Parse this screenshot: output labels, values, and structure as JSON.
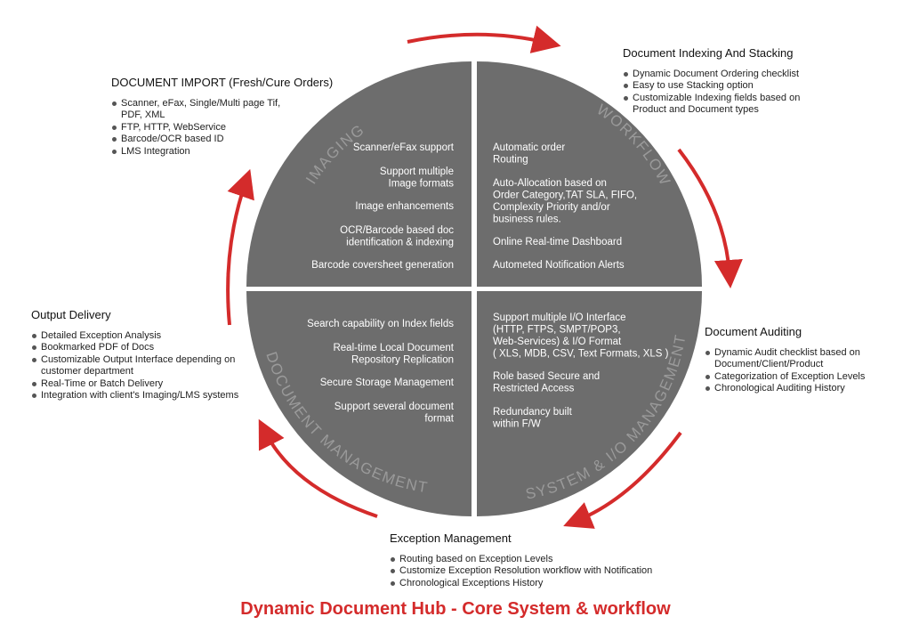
{
  "footer_title": "Dynamic Document Hub - Core System & workflow",
  "colors": {
    "quadrant": "#6d6d6d",
    "arrow": "#d42b2b",
    "quadrant_title": "#9a9a9a",
    "text": "#ffffff"
  },
  "quadrants": {
    "imaging": {
      "title": "IMAGING",
      "items": [
        "Scanner/eFax support",
        "Support multiple\nImage formats",
        "Image enhancements",
        "OCR/Barcode based doc\nidentification & indexing",
        "Barcode coversheet generation"
      ]
    },
    "workflow": {
      "title": "WORKFLOW",
      "items": [
        "Automatic order\nRouting",
        "Auto-Allocation based on\nOrder Category,TAT SLA, FIFO,\nComplexity Priority and/or\nbusiness rules.",
        "Online Real-time Dashboard",
        "Autometed Notification Alerts"
      ]
    },
    "document_management": {
      "title": "DOCUMENT MANAGEMENT",
      "items": [
        "Search capability on Index fields",
        "Real-time Local Document\nRepository Replication",
        "Secure Storage Management",
        "Support several document\nformat"
      ]
    },
    "system_io": {
      "title": "SYSTEM & I/O MANAGEMENT",
      "items": [
        "Support multiple I/O Interface\n(HTTP, FTPS, SMPT/POP3,\nWeb-Services) & I/O Format\n( XLS, MDB, CSV, Text Formats, XLS )",
        "Role based Secure and\nRestricted Access",
        "Redundancy built\nwithin F/W"
      ]
    }
  },
  "blocks": {
    "document_import": {
      "title": "DOCUMENT IMPORT (Fresh/Cure Orders)",
      "items": [
        "Scanner, eFax, Single/Multi page Tif,\nPDF, XML",
        "FTP, HTTP, WebService",
        "Barcode/OCR based ID",
        "LMS Integration"
      ]
    },
    "indexing_stacking": {
      "title": "Document Indexing And Stacking",
      "items": [
        "Dynamic Document Ordering checklist",
        "Easy to use Stacking option",
        "Customizable Indexing fields based on\nProduct and Document types"
      ]
    },
    "output_delivery": {
      "title": "Output Delivery",
      "items": [
        "Detailed Exception Analysis",
        "Bookmarked PDF of Docs",
        "Customizable Output Interface depending on\ncustomer department",
        "Real-Time or Batch Delivery",
        "Integration with client's Imaging/LMS systems"
      ]
    },
    "document_auditing": {
      "title": "Document Auditing",
      "items": [
        "Dynamic Audit checklist based on\nDocument/Client/Product",
        "Categorization of Exception Levels",
        "Chronological Auditing History"
      ]
    },
    "exception_management": {
      "title": "Exception Management",
      "items": [
        "Routing based on Exception Levels",
        "Customize Exception Resolution workflow with Notification",
        "Chronological Exceptions History"
      ]
    }
  }
}
